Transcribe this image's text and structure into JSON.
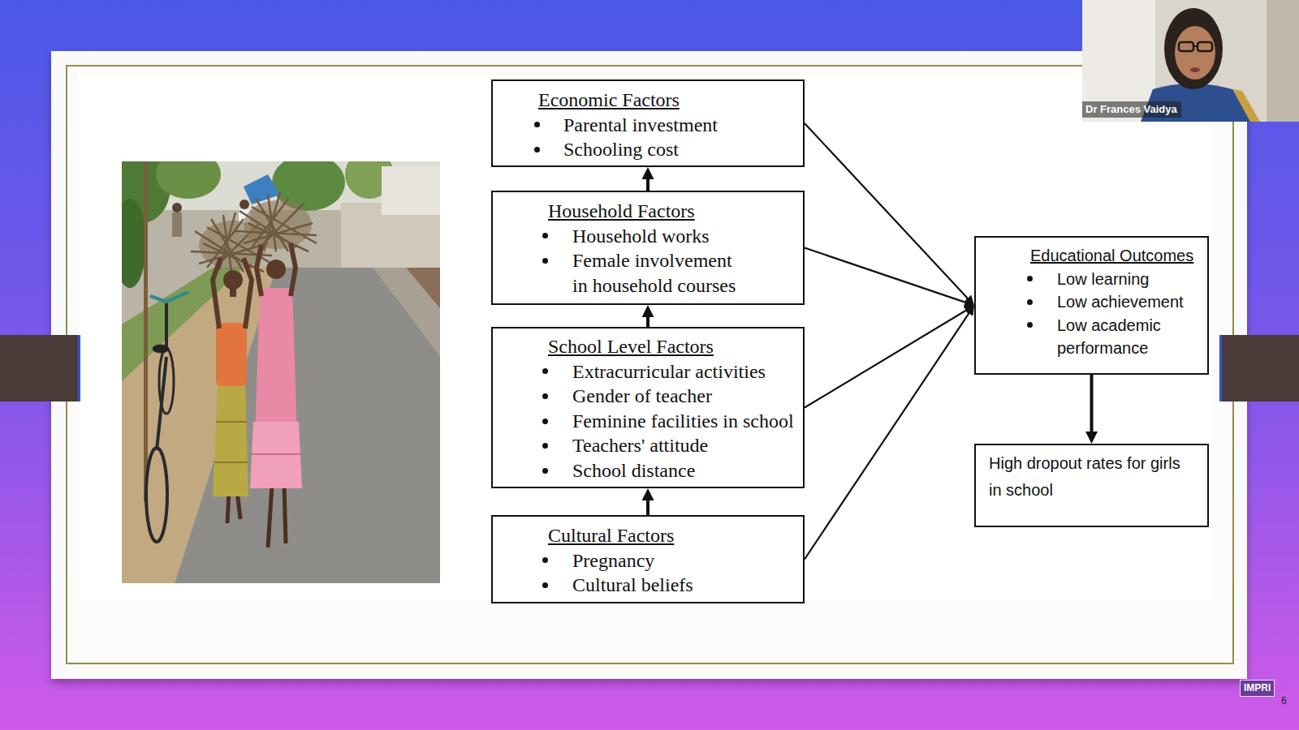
{
  "diagram": {
    "nodes": [
      {
        "text": [
          "Economic Factors",
          "Parental investment",
          "Schooling cost"
        ]
      },
      {
        "text": [
          "Household Factors",
          "Household works",
          "Female involvement in household courses"
        ]
      },
      {
        "text": [
          "School Level Factors",
          "Extracurricular activities",
          "Gender of teacher",
          "Feminine facilities in school",
          "Teachers' attitude",
          "School distance"
        ]
      },
      {
        "text": [
          "Cultural Factors",
          "Pregnancy",
          "Cultural beliefs"
        ]
      },
      {
        "text": [
          "Educational Outcomes",
          "Low learning",
          "Low achievement",
          "Low academic performance"
        ]
      },
      {
        "text": [
          "High dropout rates for girls in school"
        ]
      }
    ],
    "edges": [
      {
        "from": 1,
        "to": 0,
        "arrow": "to"
      },
      {
        "from": 2,
        "to": 1,
        "arrow": "to"
      },
      {
        "from": 3,
        "to": 2,
        "arrow": "to"
      },
      {
        "from": 0,
        "to": 4,
        "arrow": "to"
      },
      {
        "from": 1,
        "to": 4,
        "arrow": "to"
      },
      {
        "from": 2,
        "to": 4,
        "arrow": "to"
      },
      {
        "from": 3,
        "to": 4,
        "arrow": "to"
      },
      {
        "from": 4,
        "to": 5,
        "arrow": "to"
      }
    ],
    "labels": [
      "Dr Frances Vaidya",
      "IMPRI",
      "6"
    ]
  }
}
